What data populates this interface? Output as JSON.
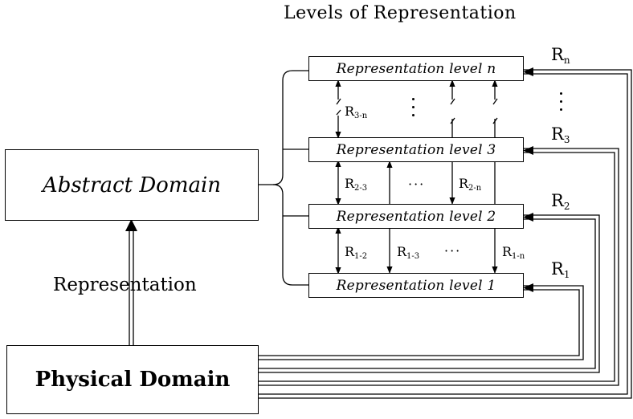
{
  "title": "Levels of Representation",
  "abstract_domain": "Abstract Domain",
  "physical_domain": "Physical Domain",
  "representation": "Representation",
  "levels": {
    "n": "Representation level n",
    "l3": "Representation level 3",
    "l2": "Representation level 2",
    "l1": "Representation level 1"
  },
  "relations": {
    "r3n": "R",
    "r3n_sub": "3-n",
    "r23": "R",
    "r23_sub": "2-3",
    "r2n": "R",
    "r2n_sub": "2-n",
    "r12": "R",
    "r12_sub": "1-2",
    "r13": "R",
    "r13_sub": "1-3",
    "r1n": "R",
    "r1n_sub": "1-n"
  },
  "side": {
    "rn": "R",
    "rn_sub": "n",
    "r3": "R",
    "r3_sub": "3",
    "r2": "R",
    "r2_sub": "2",
    "r1": "R",
    "r1_sub": "1"
  },
  "ellipsis": "···"
}
